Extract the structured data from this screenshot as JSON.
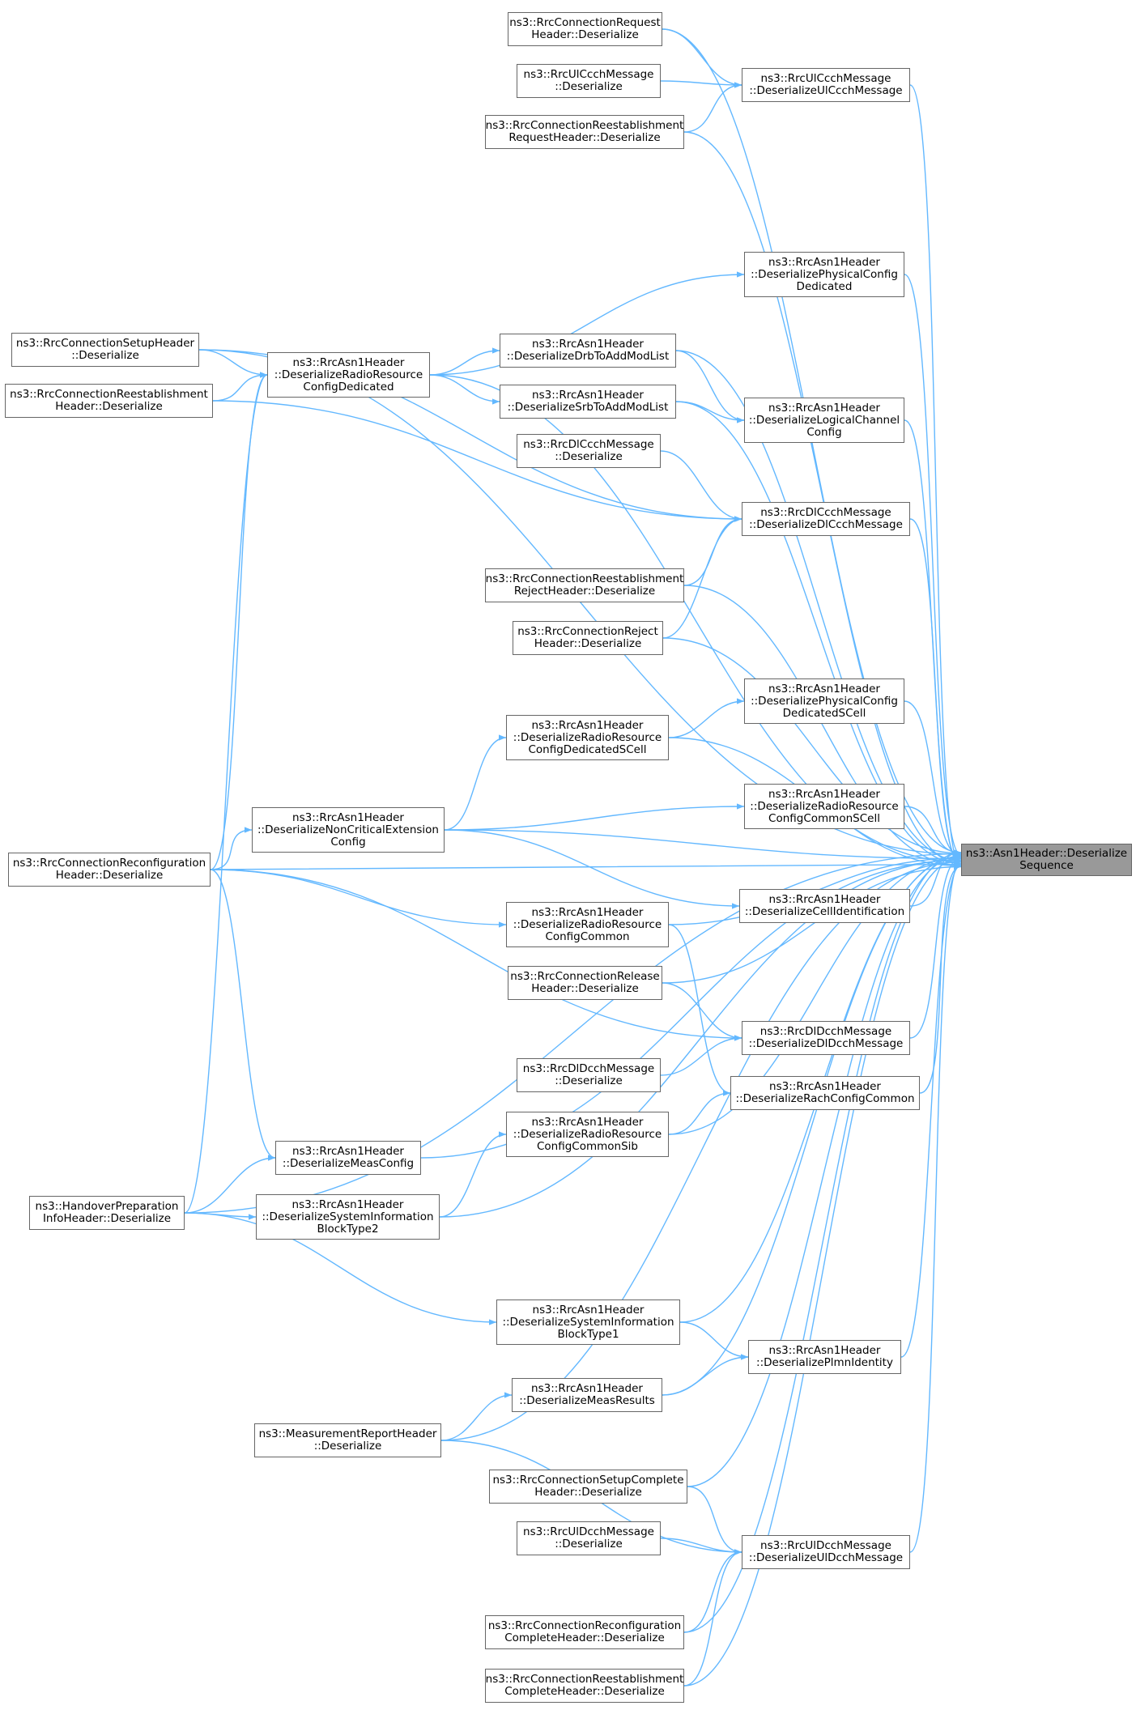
{
  "colors": {
    "edge": "#63b8ff",
    "border": "#666666",
    "target_fill": "#999999",
    "background": "#ffffff"
  },
  "target": {
    "id": "target",
    "lines": [
      "ns3::Asn1Header::Deserialize",
      "Sequence"
    ]
  },
  "nodes": [
    {
      "id": "n1",
      "lines": [
        "ns3::RrcConnectionRequest",
        "Header::Deserialize"
      ]
    },
    {
      "id": "n2",
      "lines": [
        "ns3::RrcUlCcchMessage",
        "::Deserialize"
      ]
    },
    {
      "id": "n3",
      "lines": [
        "ns3::RrcConnectionReestablishment",
        "RequestHeader::Deserialize"
      ]
    },
    {
      "id": "n4",
      "lines": [
        "ns3::RrcUlCcchMessage",
        "::DeserializeUlCcchMessage"
      ]
    },
    {
      "id": "n5",
      "lines": [
        "ns3::RrcAsn1Header",
        "::DeserializePhysicalConfig",
        "Dedicated"
      ]
    },
    {
      "id": "n6",
      "lines": [
        "ns3::RrcConnectionSetupHeader",
        "::Deserialize"
      ]
    },
    {
      "id": "n7",
      "lines": [
        "ns3::RrcConnectionReestablishment",
        "Header::Deserialize"
      ]
    },
    {
      "id": "n8",
      "lines": [
        "ns3::RrcAsn1Header",
        "::DeserializeRadioResource",
        "ConfigDedicated"
      ]
    },
    {
      "id": "n9",
      "lines": [
        "ns3::RrcAsn1Header",
        "::DeserializeDrbToAddModList"
      ]
    },
    {
      "id": "n10",
      "lines": [
        "ns3::RrcAsn1Header",
        "::DeserializeSrbToAddModList"
      ]
    },
    {
      "id": "n11",
      "lines": [
        "ns3::RrcAsn1Header",
        "::DeserializeLogicalChannel",
        "Config"
      ]
    },
    {
      "id": "n12",
      "lines": [
        "ns3::RrcDlCcchMessage",
        "::Deserialize"
      ]
    },
    {
      "id": "n13",
      "lines": [
        "ns3::RrcDlCcchMessage",
        "::DeserializeDlCcchMessage"
      ]
    },
    {
      "id": "n14",
      "lines": [
        "ns3::RrcConnectionReestablishment",
        "RejectHeader::Deserialize"
      ]
    },
    {
      "id": "n15",
      "lines": [
        "ns3::RrcConnectionReject",
        "Header::Deserialize"
      ]
    },
    {
      "id": "n16",
      "lines": [
        "ns3::RrcAsn1Header",
        "::DeserializePhysicalConfig",
        "DedicatedSCell"
      ]
    },
    {
      "id": "n17",
      "lines": [
        "ns3::RrcAsn1Header",
        "::DeserializeRadioResource",
        "ConfigDedicatedSCell"
      ]
    },
    {
      "id": "n18",
      "lines": [
        "ns3::RrcAsn1Header",
        "::DeserializeRadioResource",
        "ConfigCommonSCell"
      ]
    },
    {
      "id": "n19",
      "lines": [
        "ns3::RrcAsn1Header",
        "::DeserializeNonCriticalExtension",
        "Config"
      ]
    },
    {
      "id": "n20",
      "lines": [
        "ns3::RrcConnectionReconfiguration",
        "Header::Deserialize"
      ]
    },
    {
      "id": "n21",
      "lines": [
        "ns3::RrcAsn1Header",
        "::DeserializeCellIdentification"
      ]
    },
    {
      "id": "n22",
      "lines": [
        "ns3::RrcAsn1Header",
        "::DeserializeRadioResource",
        "ConfigCommon"
      ]
    },
    {
      "id": "n23",
      "lines": [
        "ns3::RrcConnectionRelease",
        "Header::Deserialize"
      ]
    },
    {
      "id": "n24",
      "lines": [
        "ns3::RrcDlDcchMessage",
        "::DeserializeDlDcchMessage"
      ]
    },
    {
      "id": "n25",
      "lines": [
        "ns3::RrcDlDcchMessage",
        "::Deserialize"
      ]
    },
    {
      "id": "n26",
      "lines": [
        "ns3::RrcAsn1Header",
        "::DeserializeRachConfigCommon"
      ]
    },
    {
      "id": "n27",
      "lines": [
        "ns3::RrcAsn1Header",
        "::DeserializeRadioResource",
        "ConfigCommonSib"
      ]
    },
    {
      "id": "n28",
      "lines": [
        "ns3::RrcAsn1Header",
        "::DeserializeMeasConfig"
      ]
    },
    {
      "id": "n29",
      "lines": [
        "ns3::HandoverPreparation",
        "InfoHeader::Deserialize"
      ]
    },
    {
      "id": "n30",
      "lines": [
        "ns3::RrcAsn1Header",
        "::DeserializeSystemInformation",
        "BlockType2"
      ]
    },
    {
      "id": "n31",
      "lines": [
        "ns3::RrcAsn1Header",
        "::DeserializeSystemInformation",
        "BlockType1"
      ]
    },
    {
      "id": "n32",
      "lines": [
        "ns3::RrcAsn1Header",
        "::DeserializePlmnIdentity"
      ]
    },
    {
      "id": "n33",
      "lines": [
        "ns3::RrcAsn1Header",
        "::DeserializeMeasResults"
      ]
    },
    {
      "id": "n34",
      "lines": [
        "ns3::MeasurementReportHeader",
        "::Deserialize"
      ]
    },
    {
      "id": "n35",
      "lines": [
        "ns3::RrcConnectionSetupComplete",
        "Header::Deserialize"
      ]
    },
    {
      "id": "n36",
      "lines": [
        "ns3::RrcUlDcchMessage",
        "::Deserialize"
      ]
    },
    {
      "id": "n37",
      "lines": [
        "ns3::RrcUlDcchMessage",
        "::DeserializeUlDcchMessage"
      ]
    },
    {
      "id": "n38",
      "lines": [
        "ns3::RrcConnectionReconfiguration",
        "CompleteHeader::Deserialize"
      ]
    },
    {
      "id": "n39",
      "lines": [
        "ns3::RrcConnectionReestablishment",
        "CompleteHeader::Deserialize"
      ]
    }
  ],
  "edges": [
    [
      "n1",
      "target"
    ],
    [
      "n1",
      "n4"
    ],
    [
      "n2",
      "n4"
    ],
    [
      "n3",
      "n4"
    ],
    [
      "n3",
      "target"
    ],
    [
      "n4",
      "target"
    ],
    [
      "n5",
      "target"
    ],
    [
      "n8",
      "n5"
    ],
    [
      "n9",
      "target"
    ],
    [
      "n10",
      "target"
    ],
    [
      "n11",
      "target"
    ],
    [
      "n9",
      "n11"
    ],
    [
      "n10",
      "n11"
    ],
    [
      "n8",
      "n9"
    ],
    [
      "n8",
      "n10"
    ],
    [
      "n8",
      "target"
    ],
    [
      "n6",
      "target"
    ],
    [
      "n6",
      "n8"
    ],
    [
      "n7",
      "n8"
    ],
    [
      "n6",
      "n13"
    ],
    [
      "n7",
      "n13"
    ],
    [
      "n12",
      "n13"
    ],
    [
      "n14",
      "n13"
    ],
    [
      "n15",
      "n13"
    ],
    [
      "n13",
      "target"
    ],
    [
      "n14",
      "target"
    ],
    [
      "n15",
      "target"
    ],
    [
      "n16",
      "target"
    ],
    [
      "n17",
      "n16"
    ],
    [
      "n17",
      "target"
    ],
    [
      "n19",
      "n17"
    ],
    [
      "n18",
      "target"
    ],
    [
      "n19",
      "n18"
    ],
    [
      "n19",
      "target"
    ],
    [
      "n20",
      "n19"
    ],
    [
      "n20",
      "target"
    ],
    [
      "n21",
      "target"
    ],
    [
      "n19",
      "n21"
    ],
    [
      "n22",
      "target"
    ],
    [
      "n20",
      "n22"
    ],
    [
      "n22",
      "n26"
    ],
    [
      "n23",
      "target"
    ],
    [
      "n23",
      "n24"
    ],
    [
      "n24",
      "target"
    ],
    [
      "n20",
      "n24"
    ],
    [
      "n25",
      "n24"
    ],
    [
      "n26",
      "target"
    ],
    [
      "n27",
      "n26"
    ],
    [
      "n27",
      "target"
    ],
    [
      "n28",
      "target"
    ],
    [
      "n20",
      "n28"
    ],
    [
      "n29",
      "n28"
    ],
    [
      "n20",
      "n8"
    ],
    [
      "n29",
      "n8"
    ],
    [
      "n30",
      "target"
    ],
    [
      "n30",
      "n27"
    ],
    [
      "n29",
      "n30"
    ],
    [
      "n29",
      "target"
    ],
    [
      "n31",
      "target"
    ],
    [
      "n29",
      "n31"
    ],
    [
      "n31",
      "n32"
    ],
    [
      "n32",
      "target"
    ],
    [
      "n33",
      "n32"
    ],
    [
      "n33",
      "target"
    ],
    [
      "n34",
      "n33"
    ],
    [
      "n34",
      "target"
    ],
    [
      "n34",
      "n37"
    ],
    [
      "n35",
      "n37"
    ],
    [
      "n35",
      "target"
    ],
    [
      "n36",
      "n37"
    ],
    [
      "n37",
      "target"
    ],
    [
      "n38",
      "n37"
    ],
    [
      "n38",
      "target"
    ],
    [
      "n39",
      "n37"
    ],
    [
      "n39",
      "target"
    ]
  ]
}
